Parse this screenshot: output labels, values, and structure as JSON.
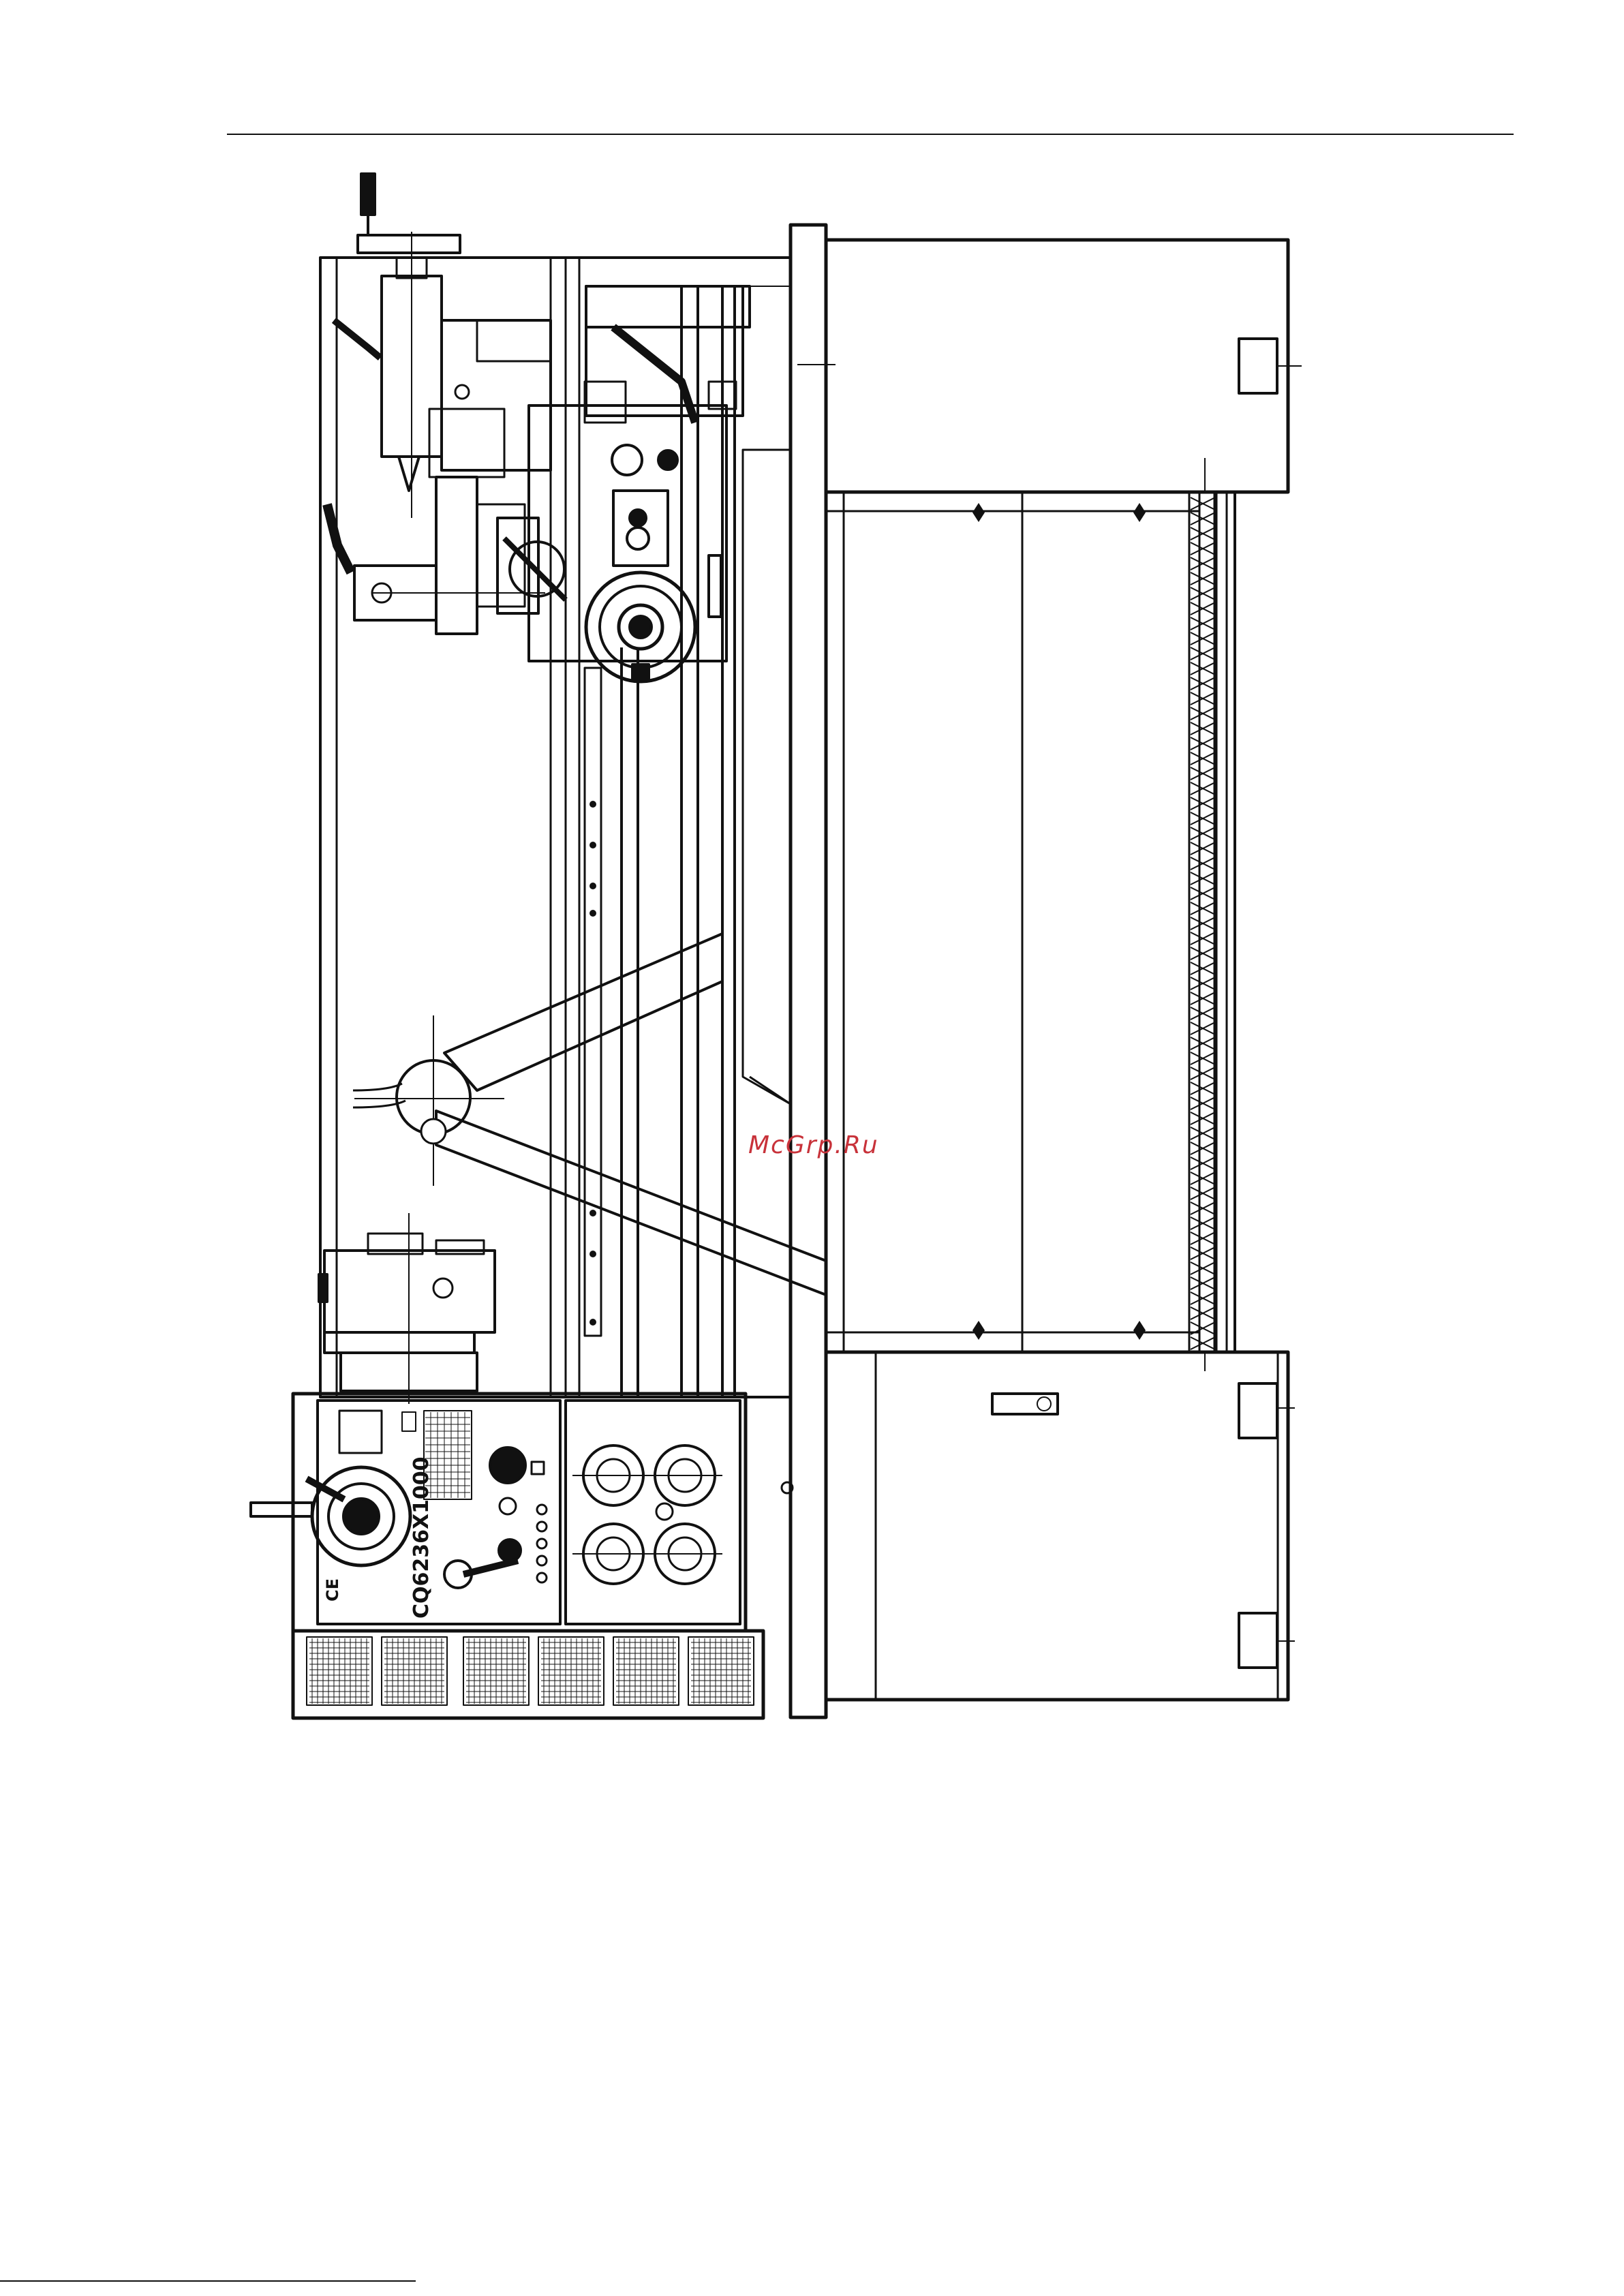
{
  "document": {
    "watermark_text": "McGrp.Ru"
  },
  "drawing": {
    "type": "technical-line-drawing",
    "subject": "lathe top view",
    "model_label": "CQ6236X1000",
    "mark_label": "CE",
    "line_color": "#111111",
    "watermark_color": "#c8323a"
  }
}
